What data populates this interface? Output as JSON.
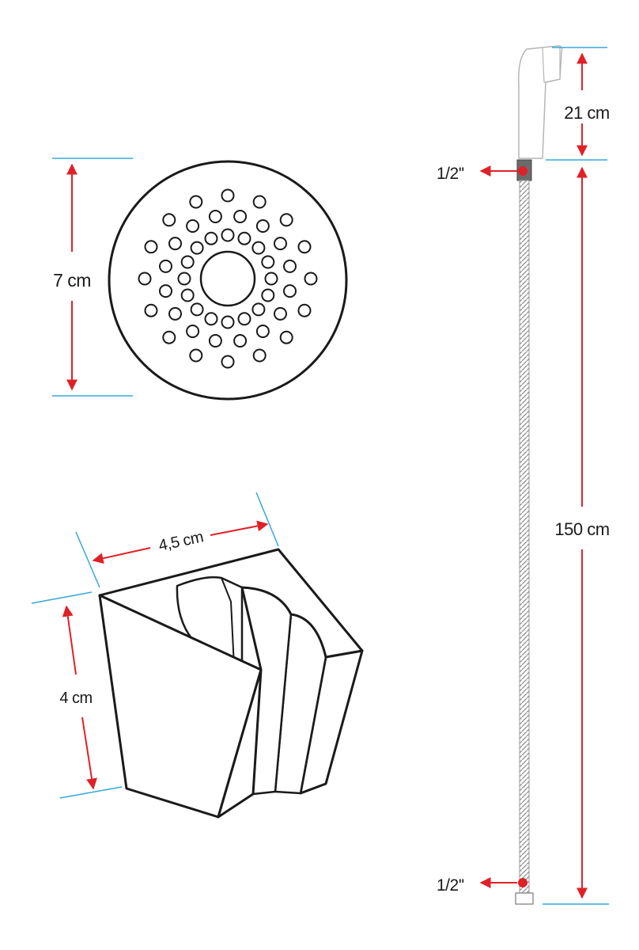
{
  "labels": {
    "head_diameter": "7 cm",
    "hand_shower_length": "21 cm",
    "hose_length": "150 cm",
    "connector_top": "1/2''",
    "connector_bottom": "1/2''",
    "holder_width": "4,5 cm",
    "holder_height": "4 cm"
  },
  "colors": {
    "dimension_arrow": "#e02027",
    "guide_line": "#33a8d8",
    "outline": "#1a1a1a",
    "connector_dot": "#e02027"
  }
}
